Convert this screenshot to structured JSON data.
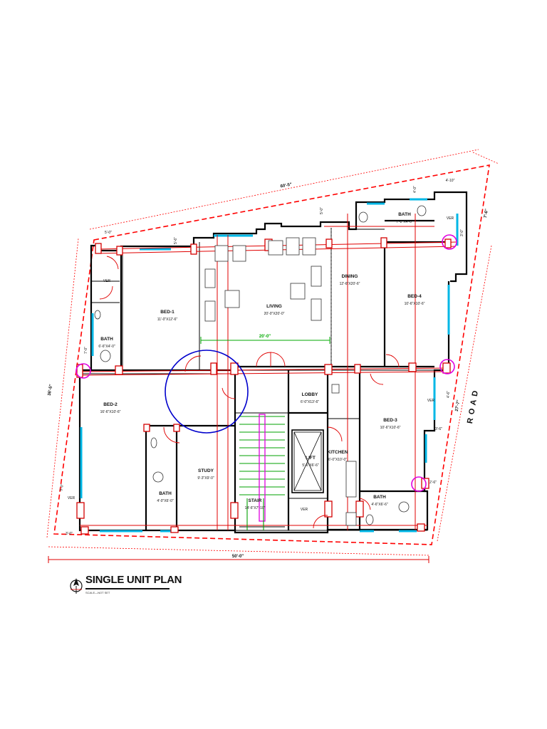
{
  "plan": {
    "title": "SINGLE UNIT PLAN",
    "scale_note": "SCALE—NOT SET",
    "road_label": "R O A D",
    "rooms": [
      {
        "name": "BED-1",
        "size": "11'-0\"X12'-6\""
      },
      {
        "name": "LIVING",
        "size": "20'-0\"X20'-0\""
      },
      {
        "name": "DINING",
        "size": "12'-6\"X20'-6\""
      },
      {
        "name": "BED-4",
        "size": "10'-6\"X10'-6\""
      },
      {
        "name": "BATH",
        "size": "7'-2\"X4'-0\""
      },
      {
        "name": "BATH",
        "size": "6'-6\"X4'-0\""
      },
      {
        "name": "BED-2",
        "size": "16'-6\"X10'-6\""
      },
      {
        "name": "STUDY",
        "size": "9'-3\"X9'-0\""
      },
      {
        "name": "BATH",
        "size": "4'-0\"X6'-0\""
      },
      {
        "name": "LOBBY",
        "size": "6'-0\"X13'-6\""
      },
      {
        "name": "LIFT",
        "size": "5'-6\"X6'-6\""
      },
      {
        "name": "STAIR",
        "size": "14'-6\"X7'-10\""
      },
      {
        "name": "KITCHEN",
        "size": "6'-0\"X10'-0\""
      },
      {
        "name": "BED-3",
        "size": "10'-6\"X10'-6\""
      },
      {
        "name": "BATH",
        "size": "4'-6\"X6'-6\""
      }
    ],
    "verandas": [
      "VER",
      "VER",
      "VER",
      "VER",
      "VER"
    ],
    "dimensions": {
      "top": "60'-5\"",
      "bottom": "50'-0\"",
      "left": "36'-5\"",
      "right": "27'-7\"",
      "living_span": "20'-0\"",
      "corner_right": "7'-6\"",
      "setbacks": [
        "5'-0\"",
        "5'-6\"",
        "5'-0\"",
        "4'-10\"",
        "4'-0\"",
        "7'-0\"",
        "5'-0\"",
        "3'-0\"",
        "3'-6\"",
        "2'-6\"",
        "4'-6\"",
        "3'-0\""
      ]
    }
  },
  "colors": {
    "boundary": "#ff0000",
    "walls": "#000000",
    "columns": "#d40000",
    "windows": "#00b7e6",
    "markers": "#e000e0",
    "highlight_circle": "#0000cc",
    "dimension_green": "#00aa00"
  },
  "icons": [
    "north-arrow-icon"
  ]
}
